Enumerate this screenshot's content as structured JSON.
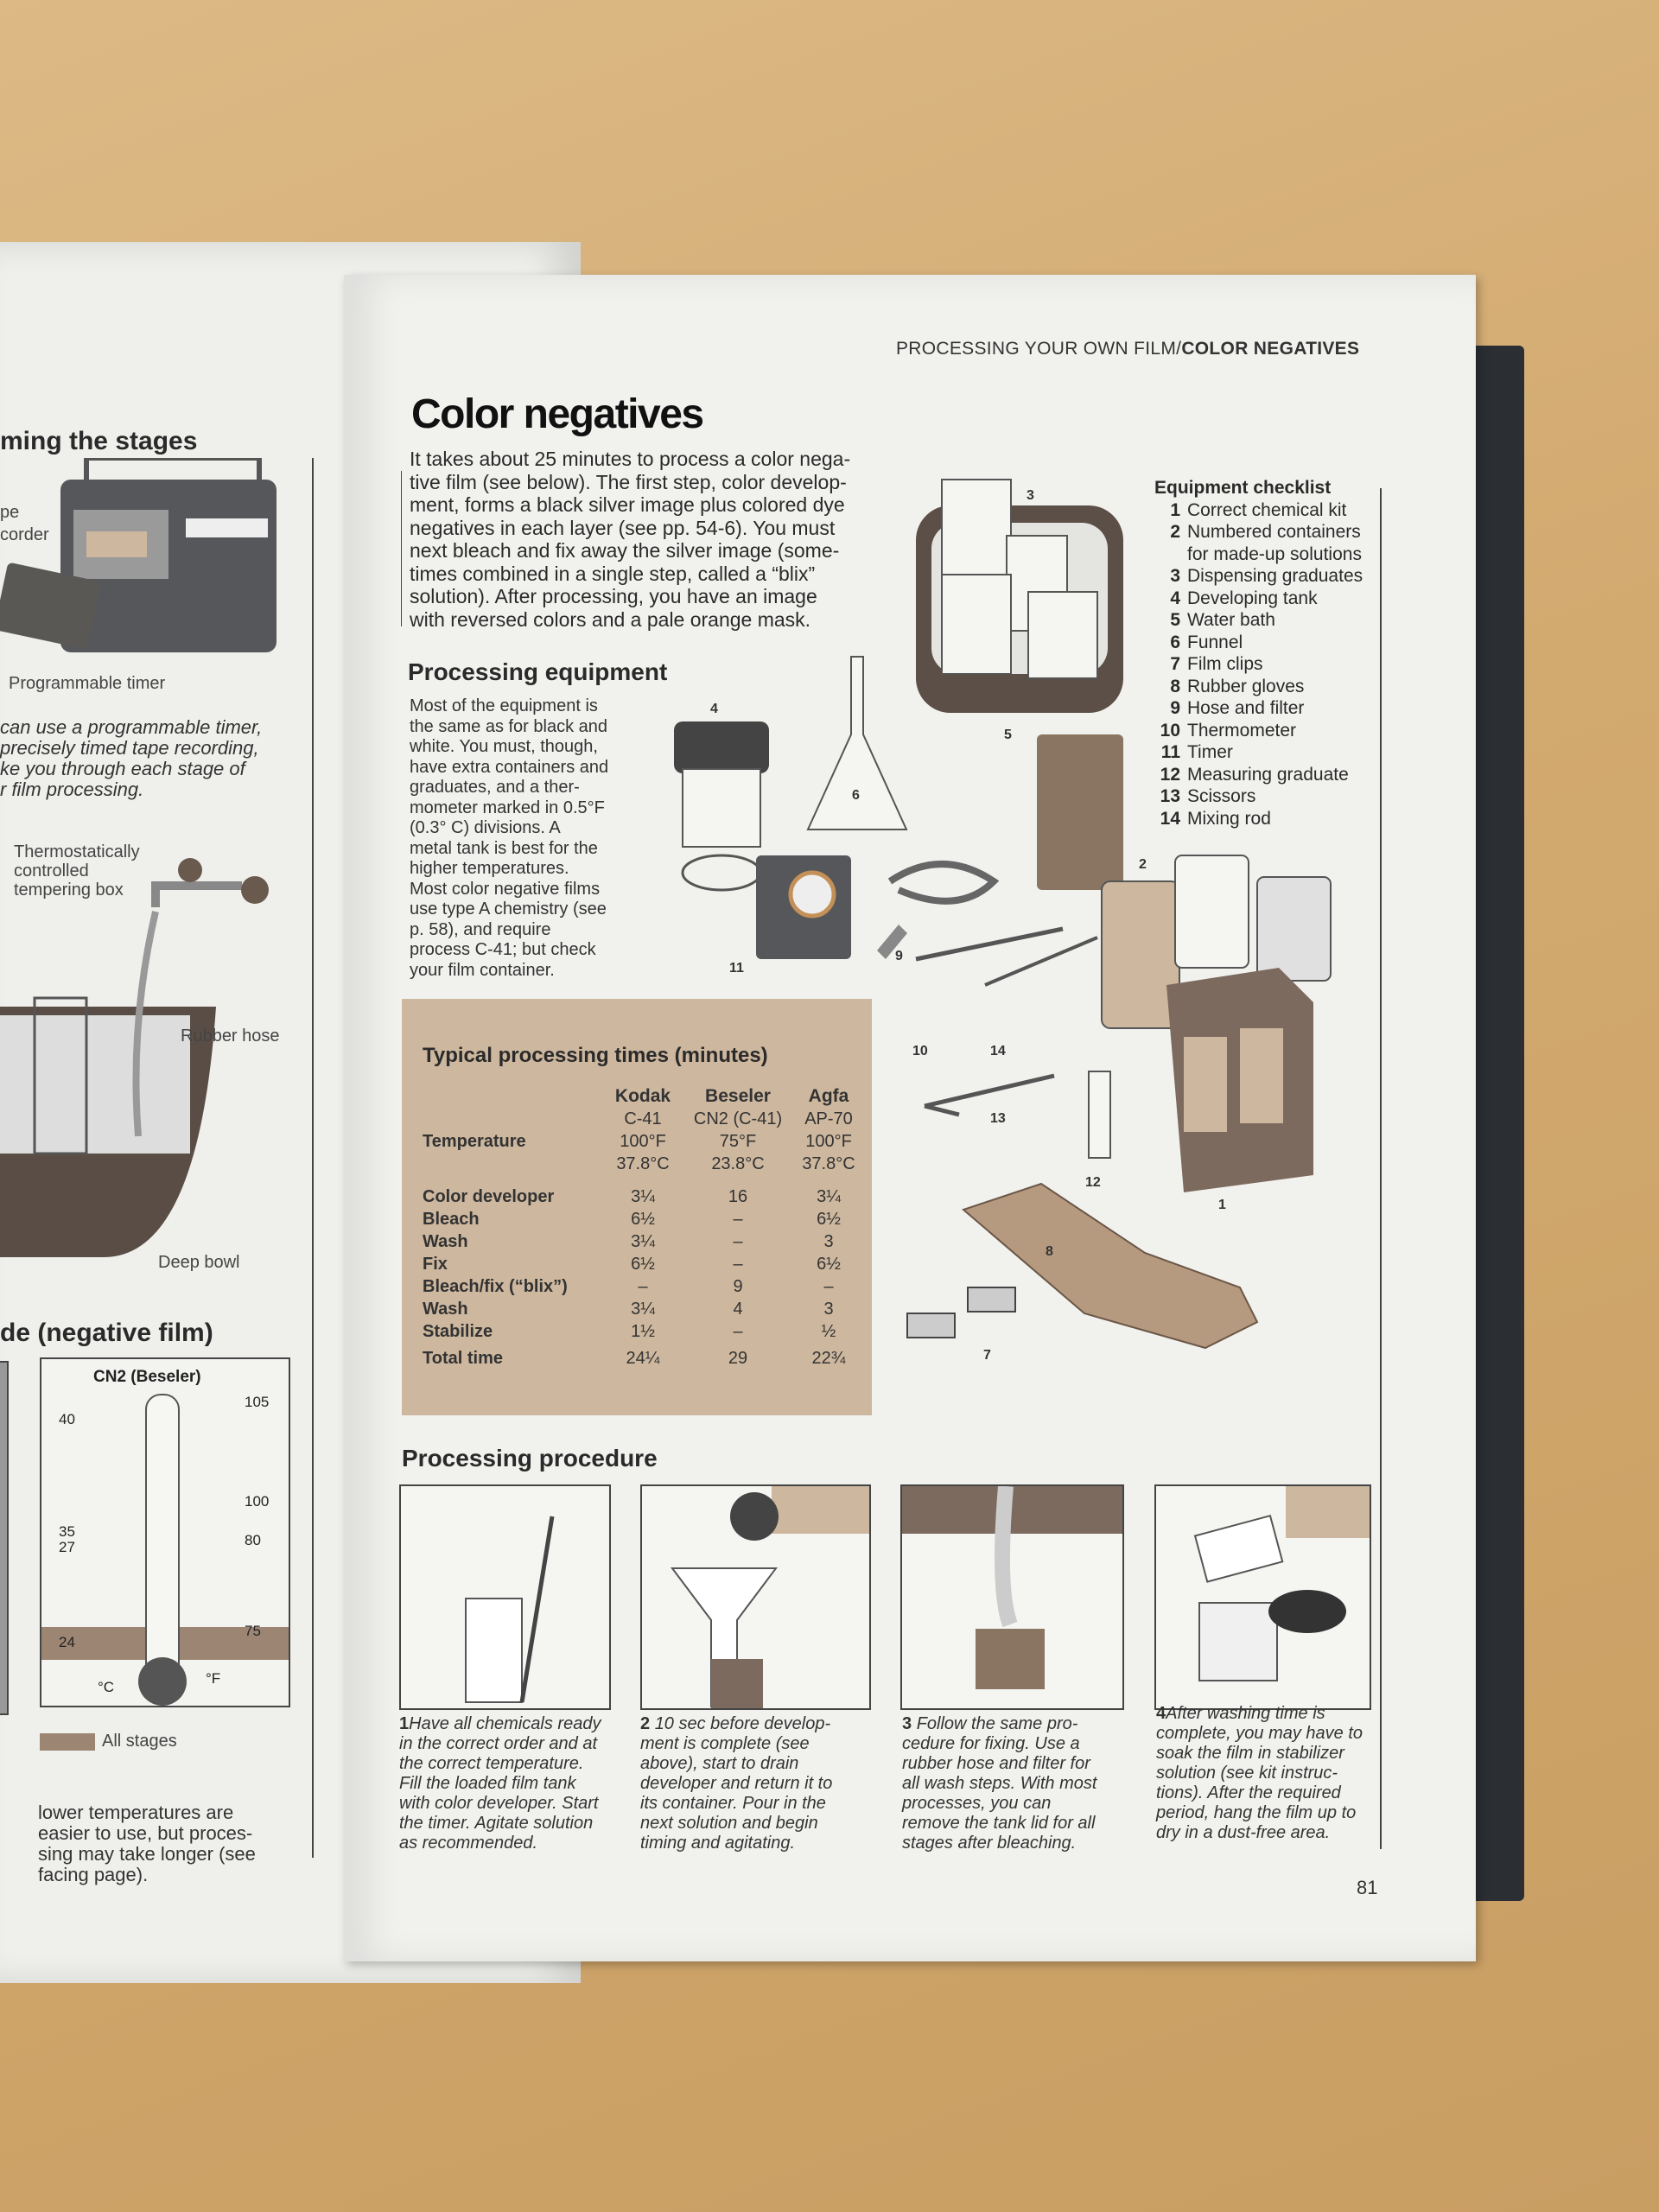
{
  "left_page": {
    "section_title": "ming the stages",
    "tape_recorder_label": "pe\ncorder",
    "programmable_timer_label": "Programmable timer",
    "timer_text": "can use a programmable timer,\nprecisely timed tape recording,\nke you through each stage of\nr film processing.",
    "tempering_box_label": "Thermostatically\ncontrolled\ntempering box",
    "rubber_hose_label": "Rubber hose",
    "deep_bowl_label": "Deep bowl",
    "guide_title": "de  (negative film)",
    "thermometer": {
      "title": "CN2 (Beseler)",
      "celsius_ticks": [
        "40",
        "35",
        "27",
        "24"
      ],
      "fahrenheit_ticks": [
        "105",
        "100",
        "80",
        "75"
      ],
      "celsius_unit": "°C",
      "fahrenheit_unit": "°F",
      "band_color": "#9c8572"
    },
    "legend_label": "All stages",
    "footer_text": "lower temperatures are\neasier to use, but proces-\nsing may take longer (see\nfacing page)."
  },
  "right_page": {
    "running_header_prefix": "PROCESSING YOUR OWN FILM/",
    "running_header_bold": "COLOR NEGATIVES",
    "title": "Color negatives",
    "intro": "It takes about 25 minutes to process a color nega-\ntive film (see below). The first step, color develop-\nment, forms a black silver image plus colored dye\nnegatives in each layer (see pp. 54-6). You must\nnext bleach and fix away the silver image (some-\ntimes combined in a single step, called a “blix”\nsolution). After processing, you have an image\nwith reversed colors and a pale orange mask.",
    "equipment_heading": "Processing equipment",
    "equipment_text": "Most of the equipment is\nthe same as for black and\nwhite. You must, though,\nhave extra containers and\ngraduates, and a ther-\nmometer marked in 0.5°F\n(0.3° C) divisions. A\nmetal tank is best for the\nhigher temperatures.\nMost color negative films\nuse type A chemistry (see\np. 58), and require\nprocess C-41; but check\nyour film container.",
    "checklist": {
      "heading": "Equipment checklist",
      "items": [
        {
          "num": "1",
          "label": "Correct chemical kit"
        },
        {
          "num": "2",
          "label": "Numbered containers\nfor made-up solutions"
        },
        {
          "num": "3",
          "label": "Dispensing graduates"
        },
        {
          "num": "4",
          "label": "Developing tank"
        },
        {
          "num": "5",
          "label": "Water bath"
        },
        {
          "num": "6",
          "label": "Funnel"
        },
        {
          "num": "7",
          "label": "Film clips"
        },
        {
          "num": "8",
          "label": "Rubber gloves"
        },
        {
          "num": "9",
          "label": "Hose and filter"
        },
        {
          "num": "10",
          "label": "Thermometer"
        },
        {
          "num": "11",
          "label": "Timer"
        },
        {
          "num": "12",
          "label": "Measuring graduate"
        },
        {
          "num": "13",
          "label": "Scissors"
        },
        {
          "num": "14",
          "label": "Mixing rod"
        }
      ]
    },
    "figure_numbers": [
      "1",
      "2",
      "3",
      "4",
      "5",
      "6",
      "7",
      "8",
      "9",
      "10",
      "11",
      "12",
      "13",
      "14"
    ],
    "table": {
      "title": "Typical processing times (minutes)",
      "brands": [
        "Kodak",
        "Beseler",
        "Agfa"
      ],
      "processes": [
        "C-41",
        "CN2 (C-41)",
        "AP-70"
      ],
      "temperature_label": "Temperature",
      "temps_f": [
        "100°F",
        "75°F",
        "100°F"
      ],
      "temps_c": [
        "37.8°C",
        "23.8°C",
        "37.8°C"
      ],
      "rows": [
        {
          "label": "Color developer",
          "values": [
            "3¼",
            "16",
            "3¼"
          ]
        },
        {
          "label": "Bleach",
          "values": [
            "6½",
            "–",
            "6½"
          ]
        },
        {
          "label": "Wash",
          "values": [
            "3¼",
            "–",
            "3"
          ]
        },
        {
          "label": "Fix",
          "values": [
            "6½",
            "–",
            "6½"
          ]
        },
        {
          "label": "Bleach/fix (“blix”)",
          "values": [
            "–",
            "9",
            "–"
          ]
        },
        {
          "label": "Wash",
          "values": [
            "3¼",
            "4",
            "3"
          ]
        },
        {
          "label": "Stabilize",
          "values": [
            "1½",
            "–",
            "½"
          ]
        },
        {
          "label": "Total time",
          "values": [
            "24¼",
            "29",
            "22¾"
          ]
        }
      ],
      "background_color": "#cdb79e"
    },
    "procedure_heading": "Processing procedure",
    "steps": [
      {
        "num": "1",
        "text": "Have all chemicals ready\nin the correct order and at\nthe correct temperature.\nFill the loaded film tank\nwith color developer. Start\nthe timer. Agitate solution\nas recommended."
      },
      {
        "num": "2",
        "text": "10 sec before develop-\nment is complete (see\nabove), start to drain\ndeveloper and return it to\nits container. Pour in the\nnext solution and begin\ntiming and agitating."
      },
      {
        "num": "3",
        "text": "Follow the same pro-\ncedure for fixing. Use a\nrubber hose and filter for\nall wash steps. With most\nprocesses, you can\nremove the tank lid for all\nstages after bleaching."
      },
      {
        "num": "4",
        "text": "After washing time is\ncomplete, you may have to\nsoak the film in stabilizer\nsolution (see kit instruc-\ntions). After the required\nperiod, hang the film up to\ndry in a dust-free area."
      }
    ],
    "page_number": "81"
  }
}
